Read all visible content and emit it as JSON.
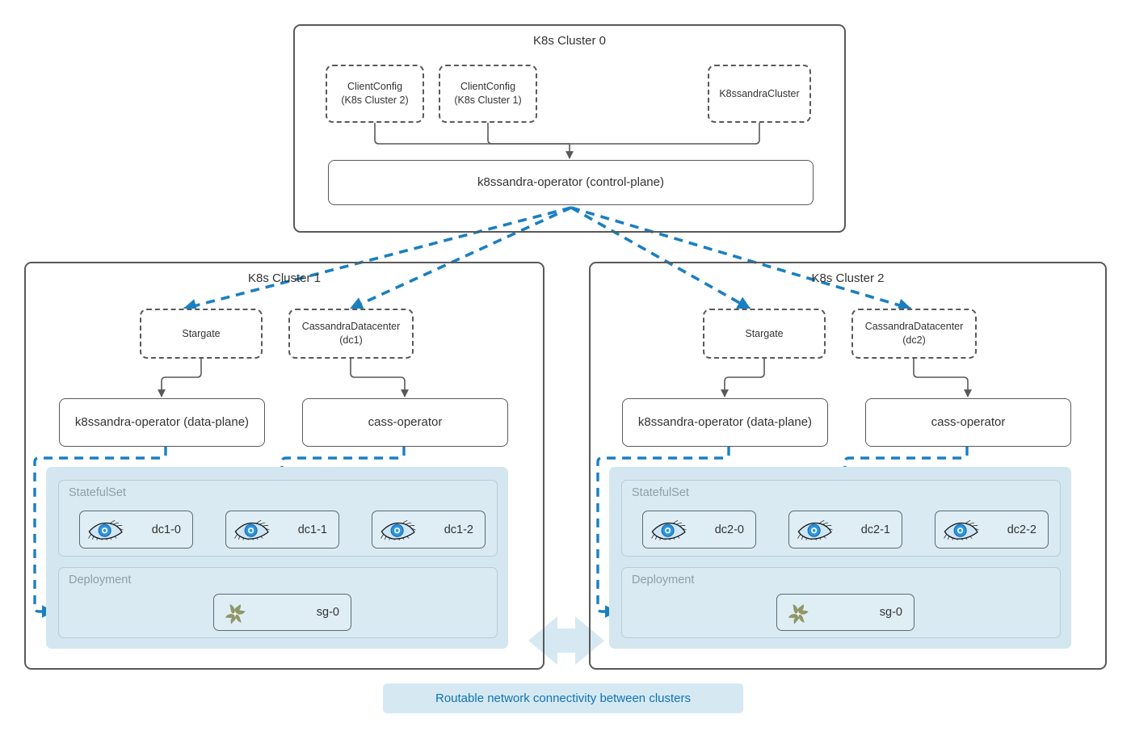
{
  "diagram": {
    "title": "K8ssandra multi-cluster control-plane / data-plane topology",
    "colors": {
      "accent_blue": "#1a7fc1",
      "workload_bg": "#d4e7f0",
      "pod_bg": "#dfeef5",
      "border_gray": "#595959",
      "group_label_gray": "#8d9fa8",
      "caption_bg": "#d6e9f3",
      "caption_text": "#1072b8",
      "stargate_icon": "#8f9668",
      "cassandra_icon": "#1e8fd5"
    }
  },
  "control_plane_cluster": {
    "title": "K8s Cluster 0",
    "crds": [
      {
        "name": "client-config-2",
        "line1": "ClientConfig",
        "line2": "(K8s Cluster 2)"
      },
      {
        "name": "client-config-1",
        "line1": "ClientConfig",
        "line2": "(K8s Cluster 1)"
      },
      {
        "name": "k8ssandra-cluster",
        "line1": "K8ssandraCluster",
        "line2": ""
      }
    ],
    "operator": {
      "line1": "k8ssandra-operator",
      "line2": "(control-plane)"
    }
  },
  "data_plane_clusters": [
    {
      "title": "K8s Cluster 1",
      "crds": [
        {
          "name": "stargate",
          "line1": "Stargate",
          "line2": ""
        },
        {
          "name": "cassandra-datacenter",
          "line1": "CassandraDatacenter",
          "line2": "(dc1)"
        }
      ],
      "operators": [
        {
          "name": "k8ssandra-operator",
          "line1": "k8ssandra-operator",
          "line2": "(data-plane)"
        },
        {
          "name": "cass-operator",
          "line1": "cass-operator",
          "line2": ""
        }
      ],
      "statefulset": {
        "label": "StatefulSet",
        "pods": [
          {
            "icon": "cassandra-eye-icon",
            "label": "dc1-0"
          },
          {
            "icon": "cassandra-eye-icon",
            "label": "dc1-1"
          },
          {
            "icon": "cassandra-eye-icon",
            "label": "dc1-2"
          }
        ]
      },
      "deployment": {
        "label": "Deployment",
        "pods": [
          {
            "icon": "stargate-pinwheel-icon",
            "label": "sg-0"
          }
        ]
      }
    },
    {
      "title": "K8s Cluster 2",
      "crds": [
        {
          "name": "stargate",
          "line1": "Stargate",
          "line2": ""
        },
        {
          "name": "cassandra-datacenter",
          "line1": "CassandraDatacenter",
          "line2": "(dc2)"
        }
      ],
      "operators": [
        {
          "name": "k8ssandra-operator",
          "line1": "k8ssandra-operator",
          "line2": "(data-plane)"
        },
        {
          "name": "cass-operator",
          "line1": "cass-operator",
          "line2": ""
        }
      ],
      "statefulset": {
        "label": "StatefulSet",
        "pods": [
          {
            "icon": "cassandra-eye-icon",
            "label": "dc2-0"
          },
          {
            "icon": "cassandra-eye-icon",
            "label": "dc2-1"
          },
          {
            "icon": "cassandra-eye-icon",
            "label": "dc2-2"
          }
        ]
      },
      "deployment": {
        "label": "Deployment",
        "pods": [
          {
            "icon": "stargate-pinwheel-icon",
            "label": "sg-0"
          }
        ]
      }
    }
  ],
  "caption": {
    "text": "Routable network connectivity between clusters"
  }
}
